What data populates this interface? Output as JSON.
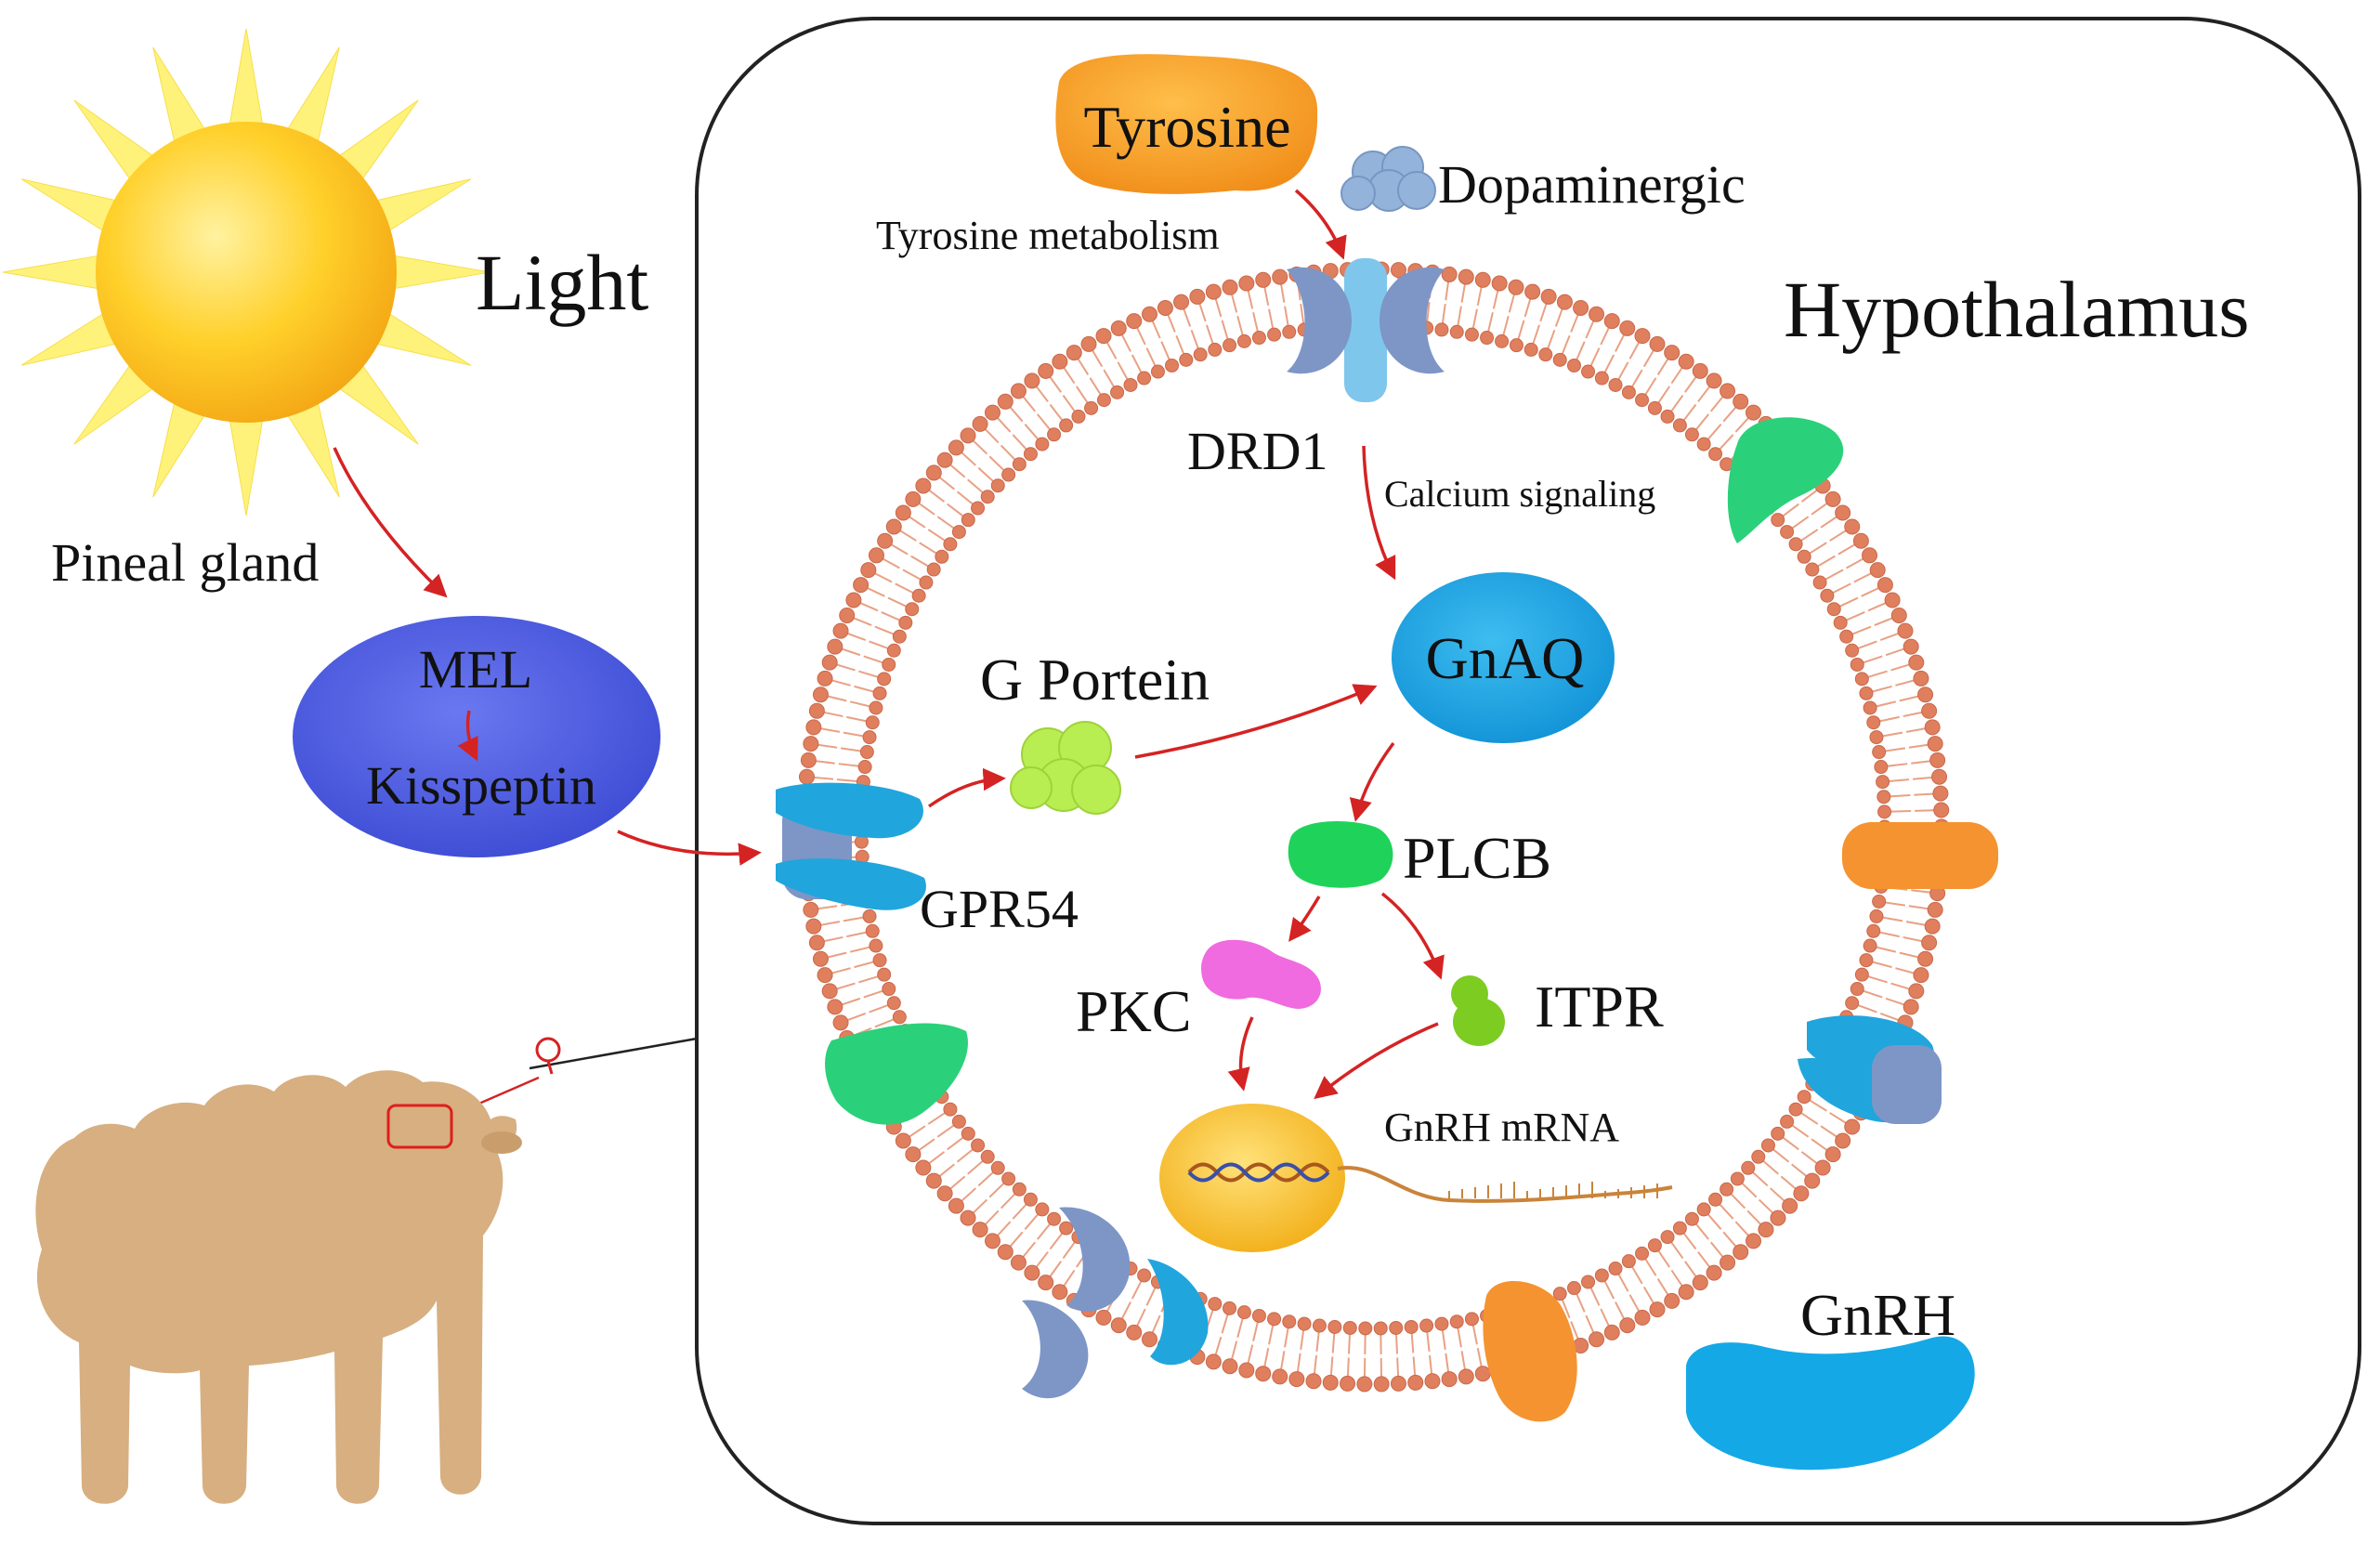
{
  "labels": {
    "light": "Light",
    "hypothalamus": "Hypothalamus",
    "pineal_gland": "Pineal gland",
    "mel": "MEL",
    "kisspeptin": "Kisspeptin",
    "tyrosine": "Tyrosine",
    "dopaminergic": "Dopaminergic",
    "tyrosine_metabolism": "Tyrosine metabolism",
    "drd1": "DRD1",
    "calcium_signaling": "Calcium signaling",
    "gnaq": "GnAQ",
    "g_protein": "G Portein",
    "gpr54": "GPR54",
    "plcb": "PLCB",
    "pkc": "PKC",
    "itpr": "ITPR",
    "gnrh_mrna": "GnRH mRNA",
    "gnrh": "GnRH"
  },
  "colors": {
    "sun_core": "#ffc21a",
    "sun_rays": "#fff27a",
    "mel_ellipse": "#4a5ae0",
    "tyrosine_blob": "#f59a25",
    "dopamine_cluster": "#8fb0d8",
    "gnaq_ellipse": "#1aa3e3",
    "plcb_blob": "#1fd35a",
    "pkc_blob": "#f06ae0",
    "itpr_blob": "#7ccc22",
    "gprotein_cluster": "#b4ec4a",
    "nucleus": "#f9c12e",
    "gnrh_blob": "#15a8e6",
    "membrane_head": "#e07f5e",
    "sheep_body": "#d7af80",
    "arrow": "#d42323",
    "frame": "#222222"
  }
}
